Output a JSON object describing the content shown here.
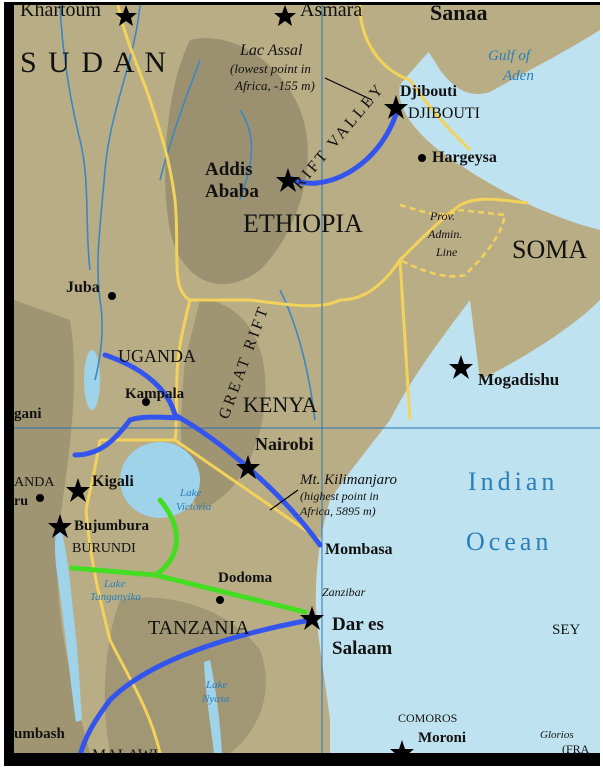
{
  "colors": {
    "land": "#b9ad86",
    "highland": "#8f8566",
    "sea": "#bfe2f0",
    "lake": "#9fd3ea",
    "border": "#f2d25a",
    "route_blue": "#3355ee",
    "route_green": "#44dd22",
    "frame": "#000000"
  },
  "labels": {
    "kartoum": "Khartoum",
    "asmara": "Asmara",
    "sanaa": "Sanaa",
    "sudan": "S U D A N",
    "gulf1": "Gulf of",
    "gulf2": "Aden",
    "lac1": "Lac Assal",
    "lac2": "(lowest point in",
    "lac3": "Africa, -155 m)",
    "djibouti_city": "Djibouti",
    "djibouti_country": "DJIBOUTI",
    "hargeysa": "Hargeysa",
    "addis1": "Addis",
    "addis2": "Ababa",
    "ethiopia": "ETHIOPIA",
    "rift_valley": "RIFT VALLEY",
    "great_rift": "GREAT RIFT",
    "prov1": "Prov.",
    "prov2": "Admin.",
    "prov3": "Line",
    "somalia": "SOMA",
    "juba": "Juba",
    "uganda": "UGANDA",
    "kampala": "Kampala",
    "kenya": "KENYA",
    "mogadishu": "Mogadishu",
    "gani": "gani",
    "nairobi": "Nairobi",
    "kigali": "Kigali",
    "anda": "ANDA",
    "ru": "ru",
    "kili1": "Mt. Kilimanjaro",
    "kili2": "(highest point in",
    "kili3": "Africa, 5895 m)",
    "indian": "Indian",
    "ocean": "Ocean",
    "lake_victoria1": "Lake",
    "lake_victoria2": "Victoria",
    "bujumbura": "Bujumbura",
    "burundi": "BURUNDI",
    "mombasa": "Mombasa",
    "dodoma": "Dodoma",
    "zanzibar": "Zanzibar",
    "lake_tang1": "Lake",
    "lake_tang2": "Tanganyika",
    "tanzania": "TANZANIA",
    "dar1": "Dar es",
    "dar2": "Salaam",
    "seychelles": "SEY",
    "lake_nyasa1": "Lake",
    "lake_nyasa2": "Nyasa",
    "comoros": "COMOROS",
    "moroni": "Moroni",
    "glorios": "Glorios",
    "fra": "(FRA",
    "lumbashi": "umbash",
    "malawi": "MALAWI"
  }
}
